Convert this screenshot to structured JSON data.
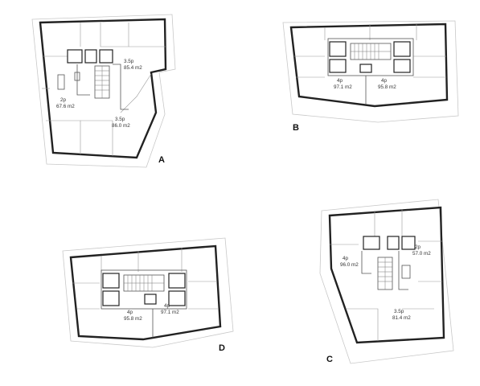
{
  "plans": {
    "A": {
      "label": "A",
      "units": [
        {
          "type": "3.5p",
          "area": "85.4 m2"
        },
        {
          "type": "2p",
          "area": "67.6 m2"
        },
        {
          "type": "3.5p",
          "area": "86.0 m2"
        }
      ]
    },
    "B": {
      "label": "B",
      "units": [
        {
          "type": "4p",
          "area": "97.1 m2"
        },
        {
          "type": "4p",
          "area": "95.8 m2"
        }
      ]
    },
    "C": {
      "label": "C",
      "units": [
        {
          "type": "2p",
          "area": "57.0 m2"
        },
        {
          "type": "4p",
          "area": "96.0 m2"
        },
        {
          "type": "3.5p",
          "area": "81.4 m2"
        }
      ]
    },
    "D": {
      "label": "D",
      "units": [
        {
          "type": "4p",
          "area": "95.8 m2"
        },
        {
          "type": "4p",
          "area": "97.1 m2"
        }
      ]
    }
  },
  "colors": {
    "wall": "#222222",
    "site_outline": "#c8c8c8",
    "partition": "#9a9a9a",
    "text": "#333333"
  }
}
